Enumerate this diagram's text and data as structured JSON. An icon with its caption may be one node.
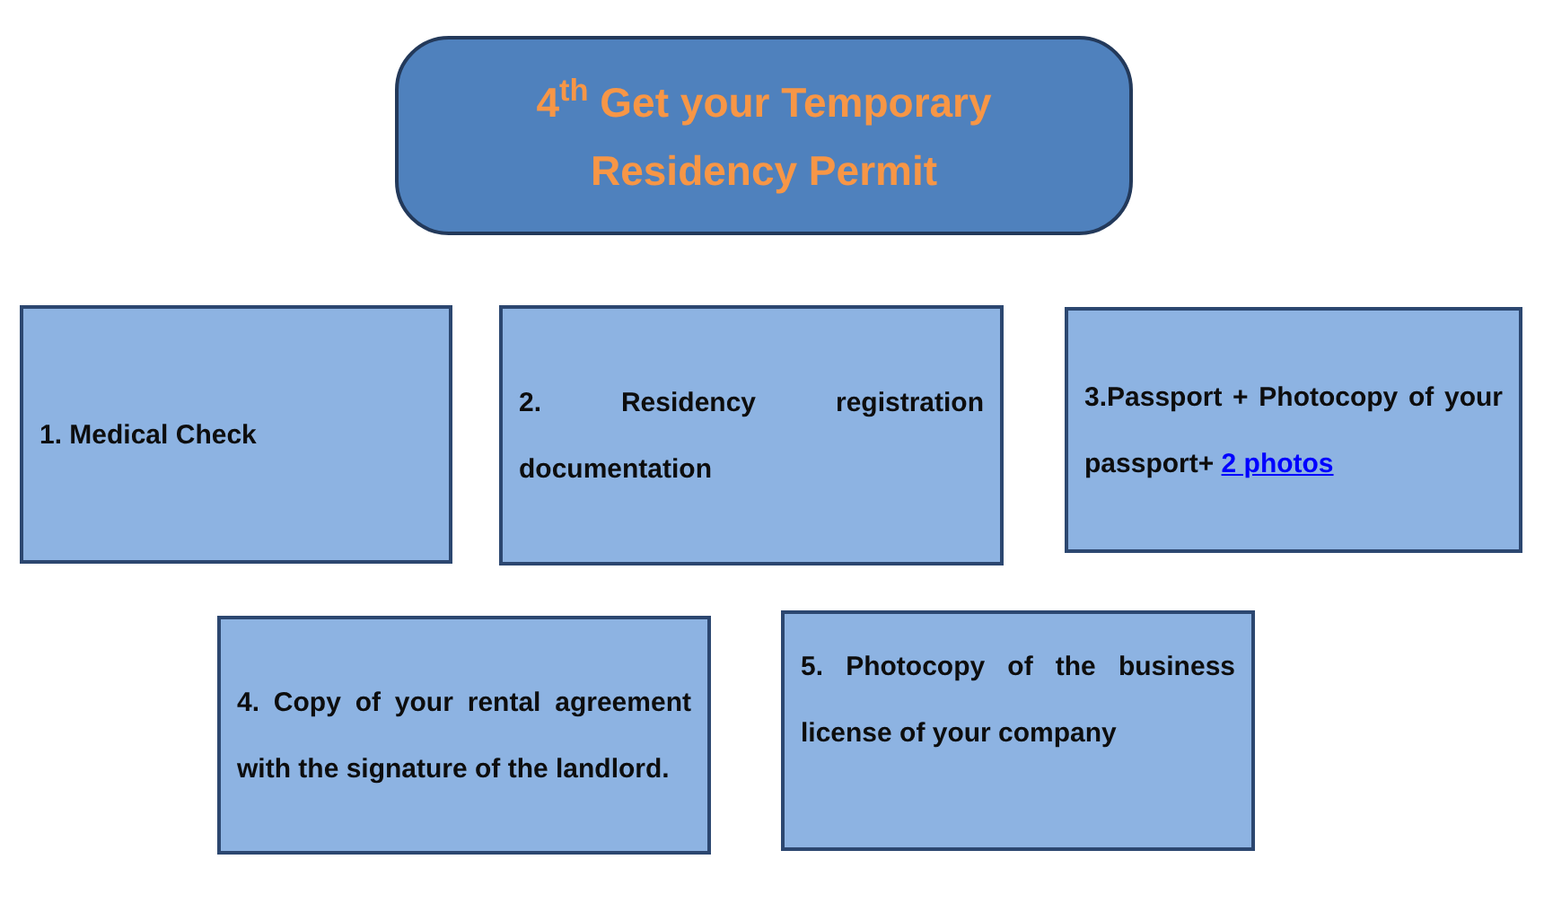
{
  "diagram": {
    "nodes": [
      {
        "text": [
          "4$^{th}$ Get your Temporary Residency Permit"
        ]
      },
      {
        "text": [
          "1. Medical Check"
        ]
      },
      {
        "text": [
          "2. Residency registration documentation"
        ]
      },
      {
        "text": [
          "3.Passport + Photocopy of your passport+",
          "2 photos"
        ]
      },
      {
        "text": [
          "4. Copy of your rental agreement with the signature of the landlord."
        ]
      },
      {
        "text": [
          "5. Photocopy of the business license of your company"
        ]
      }
    ]
  }
}
